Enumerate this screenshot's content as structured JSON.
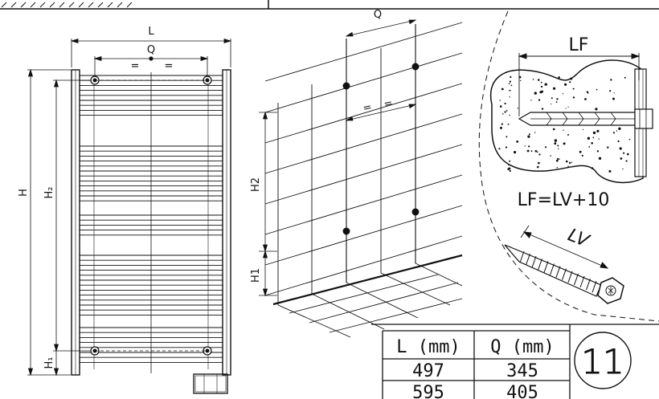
{
  "radiator_view": {
    "dim_L": "L",
    "dim_Q": "Q",
    "dim_H": "H",
    "dim_H2": "H₂",
    "dim_H1": "H₁",
    "equal_a": "=",
    "equal_b": "="
  },
  "wall_view": {
    "dim_Q": "Q",
    "dim_H2": "H2",
    "dim_H1": "H1",
    "equal_a": "=",
    "equal_b": "="
  },
  "anchor_detail": {
    "dim_LF": "LF",
    "formula": "LF=LV+10",
    "screw_label": "LV"
  },
  "table": {
    "headers": [
      "L (mm)",
      "Q (mm)"
    ],
    "rows": [
      [
        "497",
        "345"
      ],
      [
        "595",
        "405"
      ]
    ]
  },
  "page_badge": "11"
}
